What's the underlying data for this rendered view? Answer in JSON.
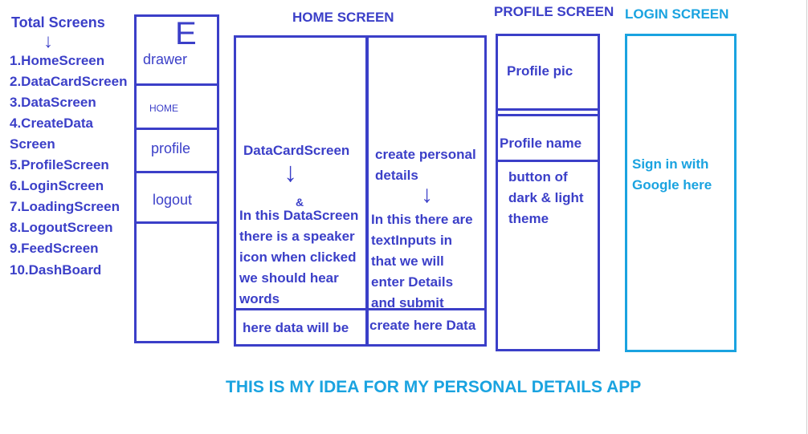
{
  "list": {
    "title": "Total Screens",
    "items": [
      "1.HomeScreen",
      "2.DataCardScreen",
      "3.DataScreen",
      "4.CreateData",
      "Screen",
      "5.ProfileScreen",
      "6.LoginScreen",
      "7.LoadingScreen",
      "8.LogoutScreen",
      "9.FeedScreen",
      "10.DashBoard"
    ]
  },
  "drawer": {
    "icon_glyph": "E",
    "label": "drawer",
    "items": [
      "HOME",
      "profile",
      "logout"
    ]
  },
  "home": {
    "title": "HOME SCREEN",
    "left": {
      "heading": "DataCardScreen",
      "amp": "&",
      "body": [
        "In this DataScreen",
        "there is a speaker",
        "icon when clicked",
        "we should hear",
        "words"
      ],
      "footer": "here data will be"
    },
    "right": {
      "heading": [
        "create personal",
        "details"
      ],
      "body": [
        "In this there are",
        "textInputs in",
        "that we will",
        "enter Details",
        "and submit"
      ],
      "footer": "create here Data"
    }
  },
  "profile": {
    "title": "PROFILE SCREEN",
    "pic": "Profile pic",
    "name": "Profile name",
    "button": [
      "button of",
      "dark & light",
      "theme"
    ]
  },
  "login": {
    "title": "LOGIN SCREEN",
    "text": [
      "Sign in with",
      "Google here"
    ]
  },
  "footer": "THIS IS MY IDEA FOR MY PERSONAL DETAILS APP",
  "colors": {
    "navy": "#3b3fc8",
    "cyan": "#1aa3e0"
  }
}
